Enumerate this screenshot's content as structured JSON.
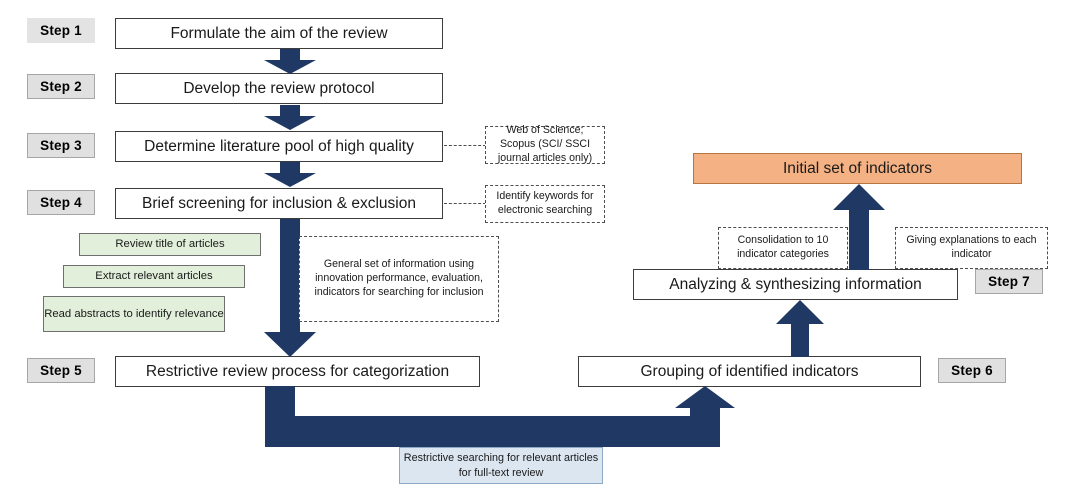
{
  "diagram": {
    "title": "Systematic literature review process",
    "colors": {
      "arrow_navy": "#1F3864",
      "highlight_orange": "#F4B183",
      "sub_green": "#E2EFDA",
      "callout_blue": "#DCE6F1",
      "step_tag_gray": "#E0E0E0",
      "box_border": "#3C3C3C"
    }
  },
  "steps": [
    {
      "tag": "Step 1",
      "label": "Formulate the aim of the review"
    },
    {
      "tag": "Step 2",
      "label": "Develop the review protocol"
    },
    {
      "tag": "Step 3",
      "label": "Determine literature pool of high quality"
    },
    {
      "tag": "Step 4",
      "label": "Brief screening for inclusion & exclusion"
    },
    {
      "tag": "Step 5",
      "label": "Restrictive review process for categorization"
    },
    {
      "tag": "Step 6",
      "label": "Grouping of identified indicators"
    },
    {
      "tag": "Step 7",
      "label": "Analyzing & synthesizing information"
    }
  ],
  "result": {
    "label": "Initial set of indicators"
  },
  "annotations": {
    "sources": "Web of Science; Scopus (SCI/ SSCI journal articles only)",
    "keywords": "Identify keywords for electronic searching",
    "general_info": "General set of information using innovation performance, evaluation, indicators for searching for inclusion",
    "consolidation": "Consolidation to 10 indicator categories",
    "explanations": "Giving explanations to each indicator",
    "restrictive_search": "Restrictive searching for relevant articles for full-text review"
  },
  "screening_tasks": [
    {
      "label": "Review title of articles"
    },
    {
      "label": "Extract relevant articles"
    },
    {
      "label": "Read abstracts to identify relevance"
    }
  ]
}
